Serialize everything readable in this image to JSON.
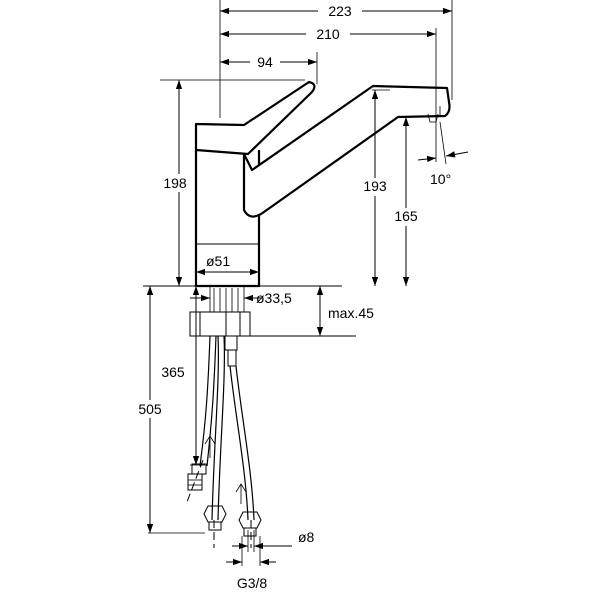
{
  "diagram": {
    "dimensions": {
      "overall_width": "223",
      "spout_reach": "210",
      "lever_width": "94",
      "total_height": "198",
      "spout_height": "193",
      "outlet_height": "165",
      "spout_angle": "10°",
      "body_diameter": "ø51",
      "thread_diameter": "ø33,5",
      "max_counter_thickness": "max.45",
      "hose_length_inner": "365",
      "hose_length_outer": "505",
      "hose_diameter": "ø8",
      "connection_thread": "G3/8"
    }
  }
}
